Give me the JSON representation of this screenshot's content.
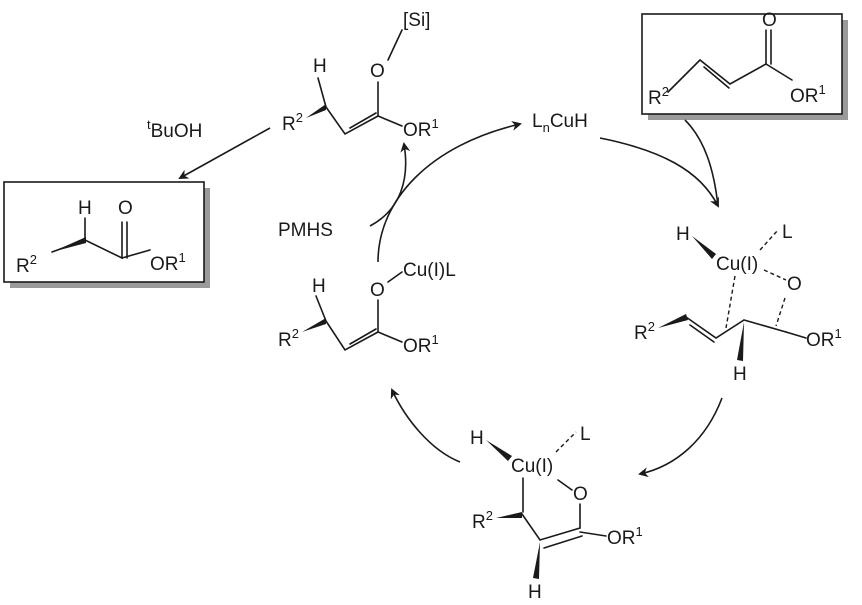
{
  "labels": {
    "silyl_group": "O—[Si]",
    "silyl_o": "O",
    "silyl_si": "[Si]",
    "h": "H",
    "o": "O",
    "r": "R",
    "or": "OR",
    "sup1": "1",
    "sup2": "2",
    "t_sup": "t",
    "buoh": "BuOH",
    "lncuh_l": "L",
    "lncuh_n": "n",
    "lncuh_rest": "CuH",
    "pmhs": "PMHS",
    "cu_i": "Cu(I)",
    "cu_i_l": "Cu(I)L",
    "ligand": "L"
  },
  "colors": {
    "ink": "#1a1a1a",
    "box_shadow": "#9a9a9a"
  }
}
